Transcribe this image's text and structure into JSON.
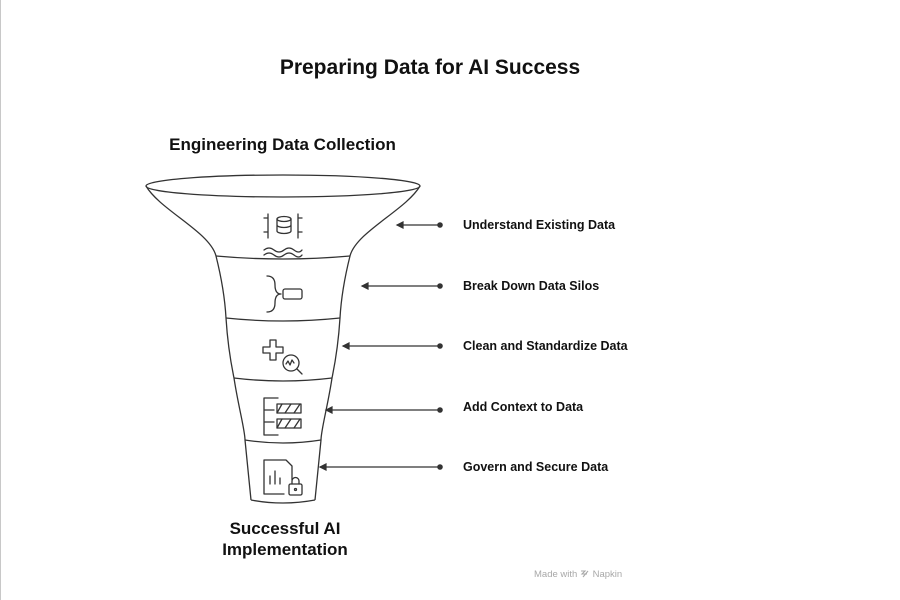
{
  "title": "Preparing Data for AI Success",
  "top_label": "Engineering Data Collection",
  "bottom_label": "Successful AI Implementation",
  "stages": [
    {
      "label": "Understand Existing Data",
      "icon": "database-icon"
    },
    {
      "label": "Break Down Data Silos",
      "icon": "merge-icon"
    },
    {
      "label": "Clean and Standardize Data",
      "icon": "cleanse-search-icon"
    },
    {
      "label": "Add Context to Data",
      "icon": "layers-icon"
    },
    {
      "label": "Govern and Secure Data",
      "icon": "secure-report-icon"
    }
  ],
  "watermark": {
    "prefix": "Made with",
    "brand": "Napkin"
  }
}
